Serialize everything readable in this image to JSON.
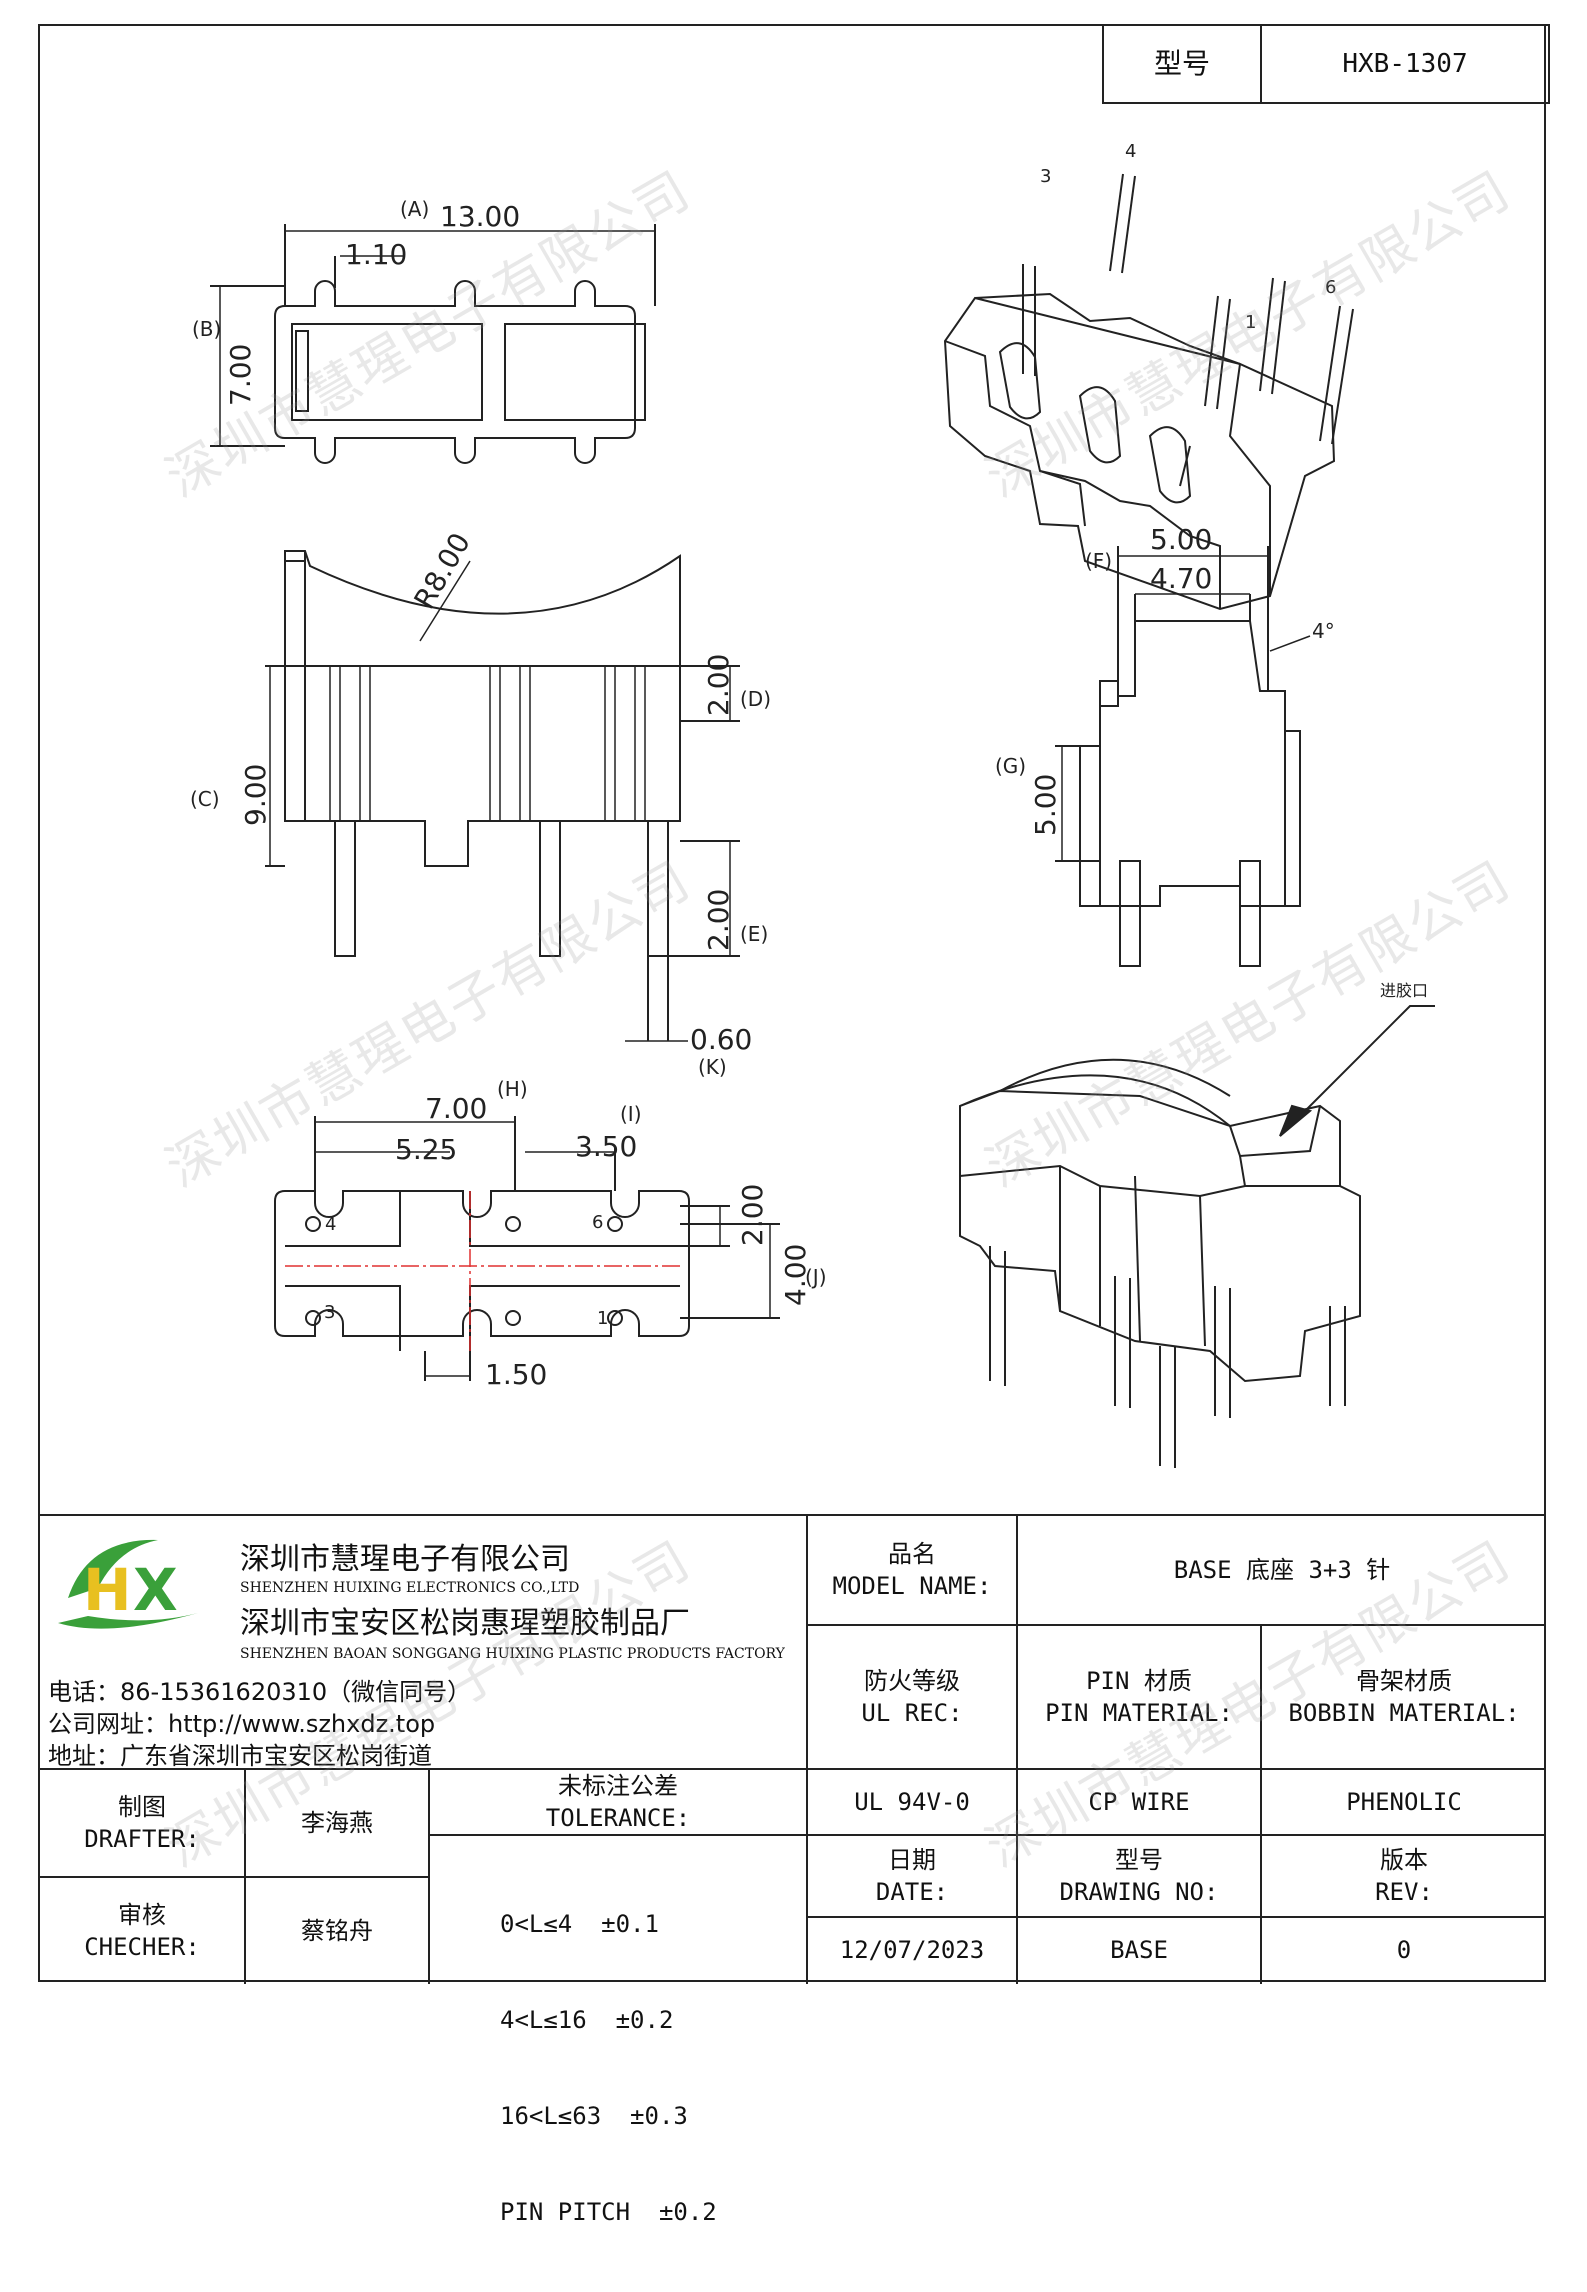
{
  "header": {
    "model_label": "型号",
    "model_value": "HXB-1307"
  },
  "drawing": {
    "top_view": {
      "dim_a_tag": "(A)",
      "dim_a": "13.00",
      "dim_pin": "1.10",
      "dim_b_tag": "(B)",
      "dim_b": "7.00"
    },
    "iso_pins": [
      "3",
      "4",
      "1",
      "6"
    ],
    "front_view": {
      "radius": "R8.00",
      "dim_c_tag": "(C)",
      "dim_c": "9.00",
      "dim_d_tag": "(D)",
      "dim_d": "2.00",
      "dim_e_tag": "(E)",
      "dim_e": "2.00",
      "dim_k_tag": "(K)",
      "dim_k": "0.60"
    },
    "side_view": {
      "dim_f_tag": "(F)",
      "dim_f": "5.00",
      "dim_f2": "4.70",
      "angle": "4°",
      "dim_g_tag": "(G)",
      "dim_g": "5.00"
    },
    "bottom_view": {
      "dim_h_tag": "(H)",
      "dim_h": "7.00",
      "dim_525": "5.25",
      "dim_i_tag": "(I)",
      "dim_i": "3.50",
      "dim_200": "2.00",
      "dim_j_tag": "(J)",
      "dim_j": "4.00",
      "dim_150": "1.50",
      "pins": [
        "4",
        "6",
        "3",
        "1"
      ]
    },
    "gate_label": "进胶口"
  },
  "watermark": "深圳市慧瑆电子有限公司",
  "company": {
    "logo_text": "HX",
    "name_cn": "深圳市慧瑆电子有限公司",
    "name_en": "SHENZHEN HUIXING ELECTRONICS CO.,LTD",
    "factory_cn": "深圳市宝安区松岗惠瑆塑胶制品厂",
    "factory_en": "SHENZHEN BAOAN SONGGANG HUIXING PLASTIC PRODUCTS FACTORY",
    "phone": "电话：86-15361620310（微信同号）",
    "website": "公司网址：http://www.szhxdz.top",
    "address": "地址：广东省深圳市宝安区松岗街道"
  },
  "title_block": {
    "model_name_cn": "品名",
    "model_name_en": "MODEL NAME:",
    "model_name_value": "BASE 底座 3+3 针",
    "ul_cn": "防火等级",
    "ul_en": "UL REC:",
    "pin_mat_cn": "PIN 材质",
    "pin_mat_en": "PIN MATERIAL:",
    "bobbin_mat_cn": "骨架材质",
    "bobbin_mat_en": "BOBBIN MATERIAL:",
    "ul_value": "UL 94V-0",
    "pin_mat_value": "CP WIRE",
    "bobbin_mat_value": "PHENOLIC",
    "drafter_cn": "制图",
    "drafter_en": "DRAFTER:",
    "drafter_name": "李海燕",
    "checker_cn": "审核",
    "checker_en": "CHECHER:",
    "checker_name": "蔡铭舟",
    "tolerance_cn": "未标注公差",
    "tolerance_en": "TOLERANCE:",
    "tolerances": [
      "0<L≤4  ±0.1",
      "4<L≤16  ±0.2",
      "16<L≤63  ±0.3",
      "PIN PITCH  ±0.2"
    ],
    "date_cn": "日期",
    "date_en": "DATE:",
    "date_value": "12/07/2023",
    "drawing_no_cn": "型号",
    "drawing_no_en": "DRAWING NO:",
    "drawing_no_value": "BASE",
    "rev_cn": "版本",
    "rev_en": "REV:",
    "rev_value": "0"
  },
  "colors": {
    "line": "#222222",
    "centerline": "#e03030",
    "logo_green": "#3aa03a",
    "logo_yellow": "#e8c020"
  }
}
